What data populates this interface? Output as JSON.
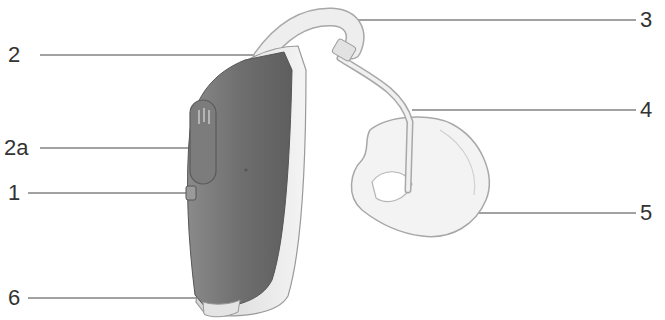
{
  "diagram": {
    "labels": [
      "3",
      "2",
      "2a",
      "4",
      "1",
      "5",
      "6"
    ]
  }
}
